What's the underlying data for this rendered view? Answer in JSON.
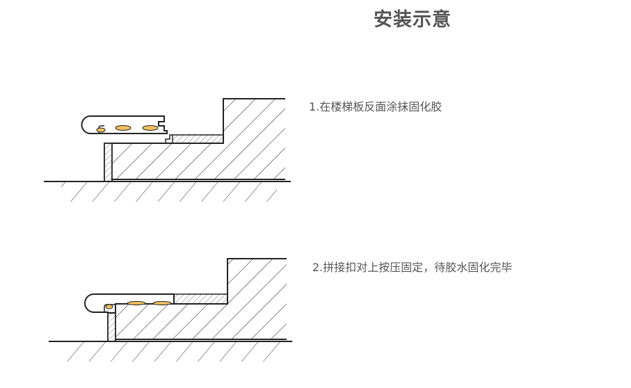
{
  "title": "安装示意",
  "steps": [
    {
      "text": "1.在楼梯板反面涂抹固化胶"
    },
    {
      "text": "2.拼接扣对上按压固定，待胶水固化完毕"
    }
  ],
  "colors": {
    "line": "#222222",
    "hatch": "#333333",
    "glue": "#f0c060",
    "text": "#555555"
  }
}
